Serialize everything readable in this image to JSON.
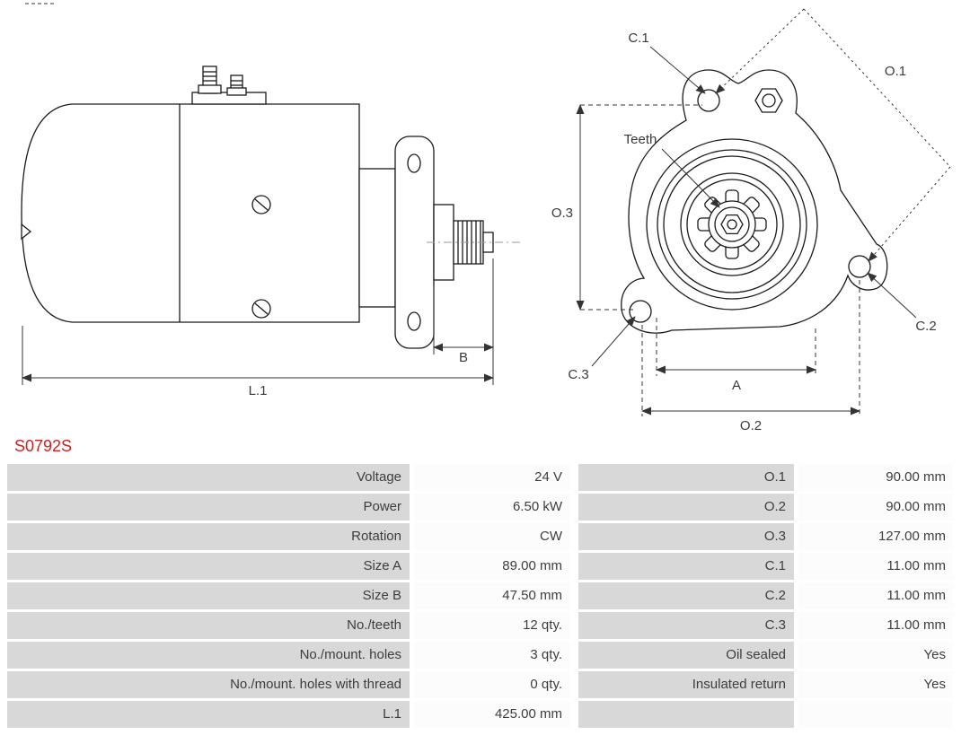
{
  "part_number": "S0792S",
  "colors": {
    "part_number_red": "#cc2222",
    "label_cell_bg": "#d8d8d8",
    "value_cell_bg": "#fcfcfc",
    "table_text": "#3d3d3d",
    "drawing_line": "#1a1a1a"
  },
  "diagram": {
    "side_view": {
      "dim_length": "L.1",
      "dim_pinion": "B"
    },
    "front_view": {
      "hole_top": "C.1",
      "hole_right": "C.2",
      "hole_bottom_left": "C.3",
      "teeth": "Teeth",
      "dim_diagonal": "O.1",
      "dim_bottom": "O.2",
      "dim_vertical": "O.3",
      "dim_hole_spacing": "A"
    }
  },
  "spec_table": {
    "rows": [
      {
        "left_label": "Voltage",
        "left_value": "24 V",
        "right_label": "O.1",
        "right_value": "90.00 mm"
      },
      {
        "left_label": "Power",
        "left_value": "6.50 kW",
        "right_label": "O.2",
        "right_value": "90.00 mm"
      },
      {
        "left_label": "Rotation",
        "left_value": "CW",
        "right_label": "O.3",
        "right_value": "127.00 mm"
      },
      {
        "left_label": "Size A",
        "left_value": "89.00 mm",
        "right_label": "C.1",
        "right_value": "11.00 mm"
      },
      {
        "left_label": "Size B",
        "left_value": "47.50 mm",
        "right_label": "C.2",
        "right_value": "11.00 mm"
      },
      {
        "left_label": "No./teeth",
        "left_value": "12 qty.",
        "right_label": "C.3",
        "right_value": "11.00 mm"
      },
      {
        "left_label": "No./mount. holes",
        "left_value": "3 qty.",
        "right_label": "Oil sealed",
        "right_value": "Yes"
      },
      {
        "left_label": "No./mount. holes with thread",
        "left_value": "0 qty.",
        "right_label": "Insulated return",
        "right_value": "Yes"
      },
      {
        "left_label": "L.1",
        "left_value": "425.00 mm",
        "right_label": "",
        "right_value": ""
      }
    ]
  }
}
